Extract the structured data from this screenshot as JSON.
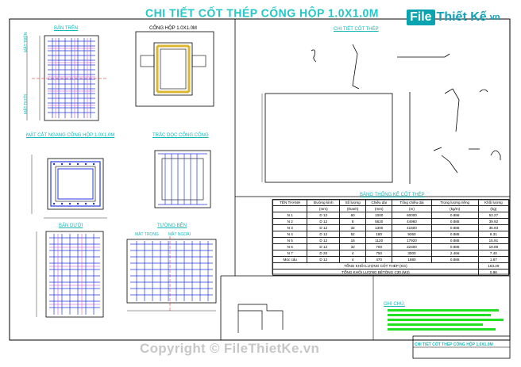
{
  "drawing": {
    "title": "CHI TIẾT CỐT THÉP CỐNG HỘP 1.0X1.0M",
    "logo_file": "File",
    "logo_name": "Thiết Kế",
    "logo_domain": ".vn",
    "copyright": "Copyright © FileThietKe.vn",
    "title_block_text": "CHI TIẾT CỐT THÉP CỐNG HỘP 1.0X1.0M",
    "notes_heading": "GHI CHÚ:"
  },
  "sections": {
    "ban_tren": "BẢN TRÊN",
    "cong_hop": "CỐNG HỘP 1.0X1.0M",
    "chi_tiet_cot_thep": "CHI TIẾT CỐT THÉP",
    "mat_cat_ngang": "MẶT CẮT NGANG CỐNG HỘP 1.0X1.0M",
    "trac_doc": "TRẮC DỌC CỐNG CỐNG",
    "ban_duoi": "BẢN DƯỚI",
    "tuong_ben": "TƯỜNG BÊN",
    "bang_thong_ke": "BẢNG THỐNG KÊ CỐT THÉP",
    "mat_tren": "MẶT TRÊN",
    "mat_duoi": "MẶT DƯỚI",
    "mat_trong": "MẶT TRONG",
    "mat_ngoai": "MẶT NGOÀI"
  },
  "table": {
    "headers": [
      "TÊN THANH",
      "Đường kính",
      "Số lượng",
      "Chiều dài",
      "Tổng chiều dài",
      "Trọng lượng riêng",
      "Khối lượng"
    ],
    "units": [
      "",
      "(mm)",
      "(thanh)",
      "(mm)",
      "(m)",
      "(kg/m)",
      "(kg)"
    ],
    "rows": [
      [
        "N 1",
        "D 12",
        "60",
        "1000",
        "60000",
        "0.888",
        "53.27"
      ],
      [
        "N 2",
        "D 12",
        "8",
        "5620",
        "44960",
        "0.888",
        "39.92"
      ],
      [
        "N 3",
        "D 12",
        "32",
        "1300",
        "41600",
        "0.888",
        "36.93"
      ],
      [
        "N 4",
        "D 12",
        "52",
        "180",
        "9360",
        "0.888",
        "8.31"
      ],
      [
        "N 5",
        "D 12",
        "16",
        "1120",
        "17920",
        "0.888",
        "15.91"
      ],
      [
        "N 6",
        "D 12",
        "32",
        "700",
        "22400",
        "0.888",
        "19.89"
      ],
      [
        "N 7",
        "D 20",
        "4",
        "750",
        "3000",
        "2.466",
        "7.40"
      ],
      [
        "Móc cẩu",
        "D 12",
        "4",
        "470",
        "1880",
        "0.888",
        "1.67"
      ]
    ],
    "total_steel_label": "TỔNG KHỐI LƯỢNG CỐT THÉP (KG)",
    "total_steel_value": "183.29",
    "total_concrete_label": "TỔNG KHỐI LƯỢNG BÊTÔNG C30 (M3)",
    "total_concrete_value": "0.96"
  },
  "colors": {
    "title": "#25c7c7",
    "rebar_blue": "#2438e0",
    "rebar_magenta": "#c63cc6",
    "outline": "#000000",
    "label_cyan": "#16b8b8",
    "note_green": "#21e021",
    "dim_red": "#e01010"
  }
}
